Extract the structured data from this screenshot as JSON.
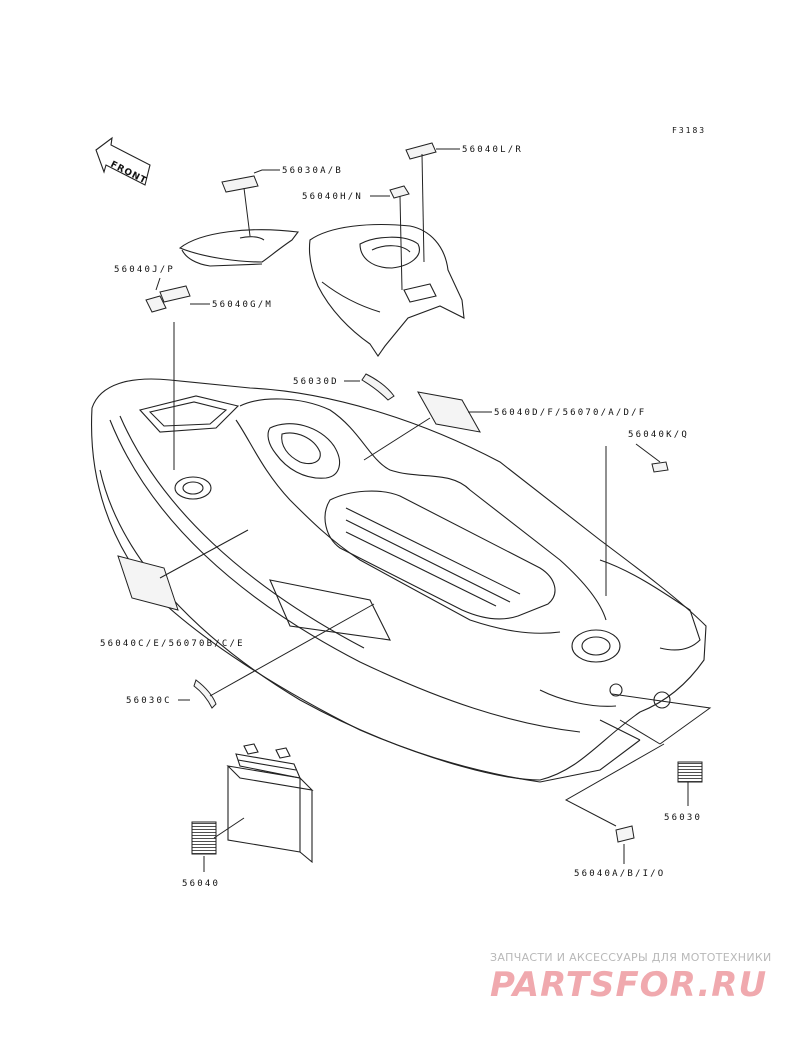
{
  "figure_code": "F3183",
  "front_arrow_label": "FRONT",
  "labels": {
    "p56030ab": "56030A/B",
    "p56040lr": "56040L/R",
    "p56040hn": "56040H/N",
    "p56040jp": "56040J/P",
    "p56040gm": "56040G/M",
    "p56030d": "56030D",
    "p56040df": "56040D/F/56070/A/D/F",
    "p56040kq": "56040K/Q",
    "p56040ce": "56040C/E/56070B/C/E",
    "p56030c": "56030C",
    "p56030": "56030",
    "p56040abio": "56040A/B/I/O",
    "p56040": "56040"
  },
  "watermark": {
    "tagline": "ЗАПЧАСТИ И АКСЕССУАРЫ ДЛЯ МОТОТЕХНИКИ",
    "logo": "PARTSFOR.RU"
  }
}
